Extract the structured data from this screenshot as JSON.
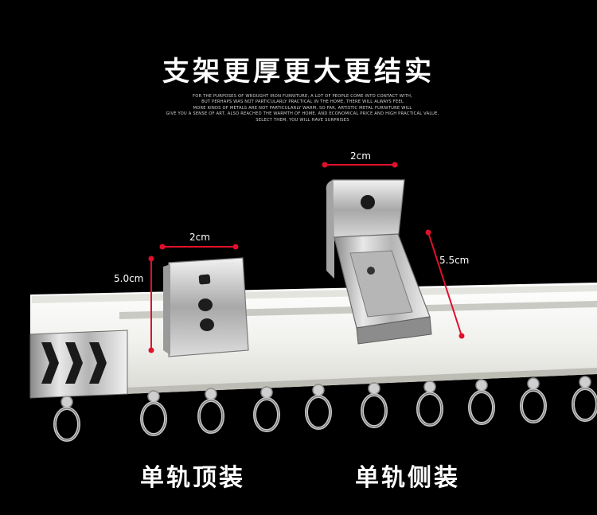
{
  "headline": {
    "title": "支架更厚更大更结实",
    "subtitle_lines": [
      "FOR THE PURPOSES OF WROUGHT IRON FURNITURE, A LOT OF PEOPLE COME INTO CONTACT WITH,",
      "BUT PERHAPS WAS NOT PARTICULARLY PRACTICAL IN THE HOME, THERE WILL ALWAYS FEEL",
      "MORE KINDS OF METALS ARE NOT PARTICULARLY WARM, SO FAR, ARTISTIC METAL FURNITURE WILL",
      "GIVE YOU A SENSE OF ART, ALSO REACHED THE WARMTH OF HOME, AND ECONOMICAL PRICE AND HIGH PRACTICAL VALUE,",
      "SELECT THEM, YOU WILL HAVE SURPRISES"
    ]
  },
  "dimensions": {
    "top_bracket_width": "2cm",
    "top_bracket_height": "5.0cm",
    "side_bracket_width": "2cm",
    "side_bracket_height": "5.5cm"
  },
  "captions": {
    "top_mount": "单轨顶装",
    "side_mount": "单轨侧装"
  },
  "colors": {
    "background": "#000000",
    "rail": "#f4f4f0",
    "metal": "#c8c8c8",
    "dimension_line": "#e0102a"
  }
}
